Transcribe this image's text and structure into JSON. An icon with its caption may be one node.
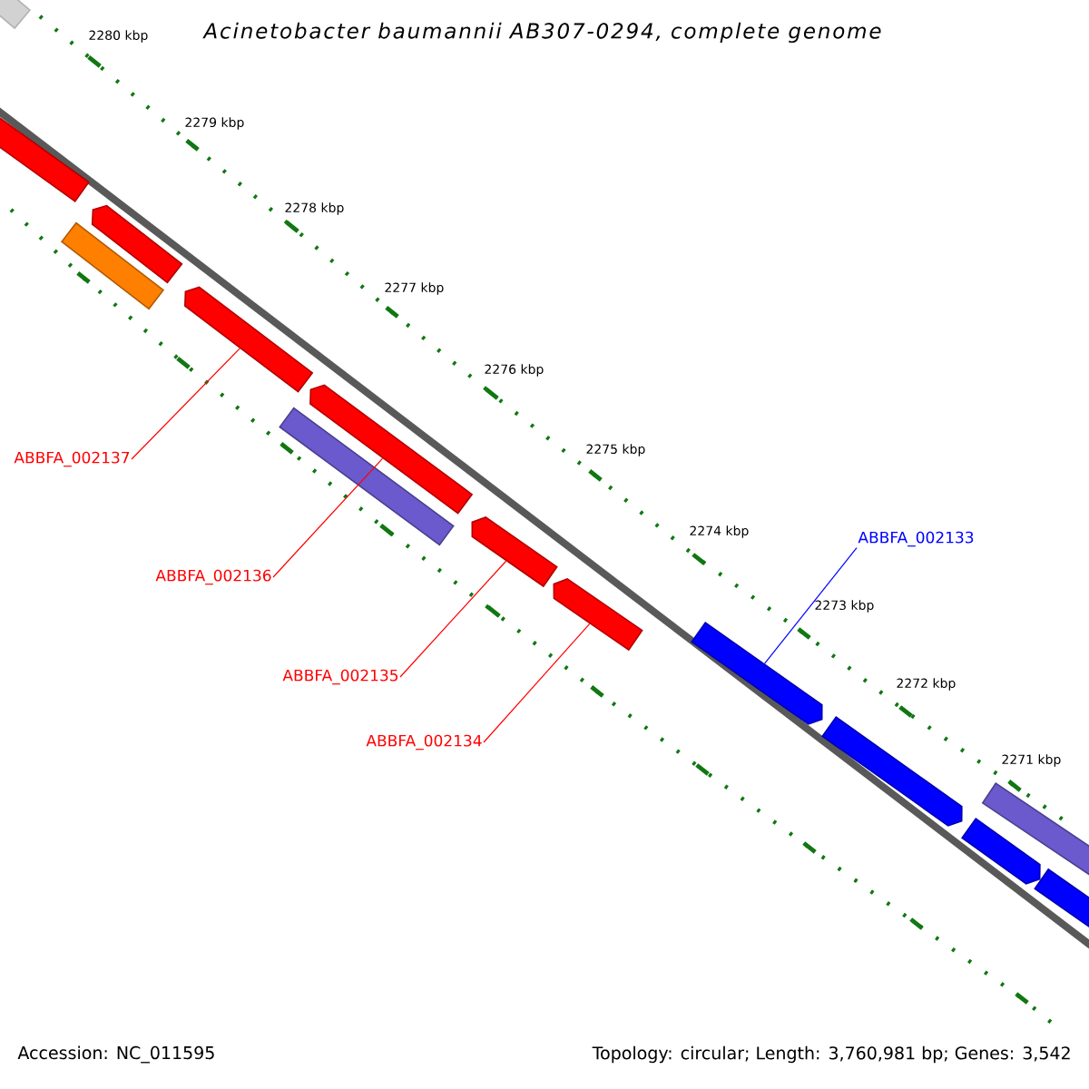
{
  "diagram": {
    "title": "Acinetobacter baumannii AB307-0294, complete genome",
    "nodes": [
      {
        "text": [],
        "shape": "bar"
      },
      {
        "text": [],
        "shape": "bar"
      },
      {
        "text": [],
        "shape": "bar"
      },
      {
        "text": [],
        "shape": "bar"
      },
      {
        "text": [],
        "shape": "bar"
      },
      {
        "text": [],
        "shape": "bar"
      },
      {
        "text": [],
        "shape": "bar"
      },
      {
        "text": [],
        "shape": "bar"
      },
      {
        "text": [],
        "shape": "bar"
      },
      {
        "text": [],
        "shape": "bar"
      },
      {
        "text": [],
        "shape": "bar"
      },
      {
        "text": [],
        "shape": "bar"
      },
      {
        "text": [],
        "shape": "bar"
      },
      {
        "text": [],
        "shape": "bar"
      },
      {
        "text": [
          "ABBFA_002137"
        ]
      },
      {
        "text": [
          "ABBFA_002136"
        ]
      },
      {
        "text": [
          "ABBFA_002135"
        ]
      },
      {
        "text": [
          "ABBFA_002134"
        ]
      },
      {
        "text": [
          "ABBFA_002133"
        ]
      }
    ],
    "edges": [
      {
        "from": 14,
        "to": 4,
        "arrow": "none"
      },
      {
        "from": 15,
        "to": 6,
        "arrow": "none"
      },
      {
        "from": 16,
        "to": 7,
        "arrow": "none"
      },
      {
        "from": 17,
        "to": 8,
        "arrow": "none"
      },
      {
        "from": 18,
        "to": 9,
        "arrow": "none",
        "color": "#0000ff"
      }
    ],
    "labels": [
      "2280 kbp",
      "2279 kbp",
      "2278 kbp",
      "2277 kbp",
      "2276 kbp",
      "2275 kbp",
      "2274 kbp",
      "2273 kbp",
      "2272 kbp",
      "2271 kbp",
      "Accession: NC_011595",
      "Topology: circular; Length: 3,760,981 bp; Genes: 3,542"
    ]
  }
}
